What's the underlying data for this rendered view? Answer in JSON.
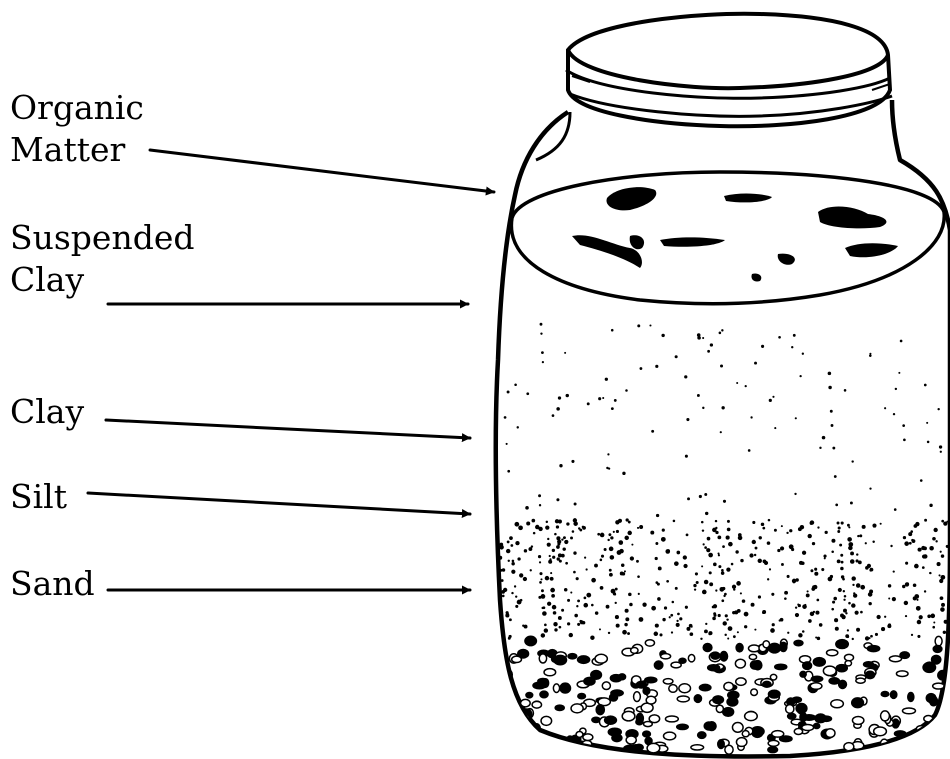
{
  "labels": {
    "organic_matter": [
      "Organic",
      "Matter"
    ],
    "suspended_clay": [
      "Suspended",
      "Clay"
    ],
    "clay": "Clay",
    "silt": "Silt",
    "sand": "Sand"
  },
  "colors": {
    "ink": "#000000",
    "background": "#ffffff"
  }
}
